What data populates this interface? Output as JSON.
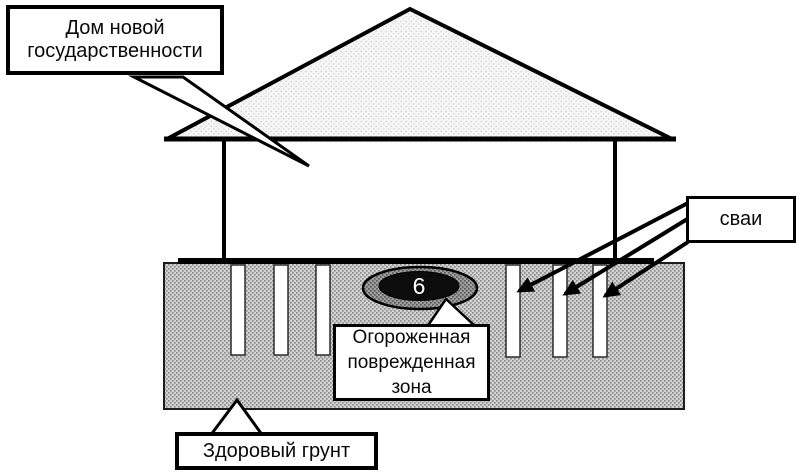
{
  "diagram": {
    "house_callout": {
      "lines": [
        "Дом новой",
        "государственности"
      ]
    },
    "piles_callout": {
      "label": "сваи"
    },
    "damaged_zone_callout": {
      "lines": [
        "Огороженная",
        "поврежденная",
        "зона"
      ]
    },
    "damaged_zone": {
      "number": "6"
    },
    "healthy_soil_callout": {
      "label": "Здоровый грунт"
    },
    "piles": {
      "left_group_count": 3,
      "right_group_count": 3,
      "arrow_count": 3
    },
    "colors": {
      "line": "#000000",
      "ground_fill": "#bcbcbc",
      "roof_fill": "#ececec",
      "zone_outer_fill": "#8a8a8a",
      "zone_inner_fill": "#0c0c0c",
      "zone_number_color": "#ffffff",
      "pile_fill": "#ffffff"
    }
  }
}
